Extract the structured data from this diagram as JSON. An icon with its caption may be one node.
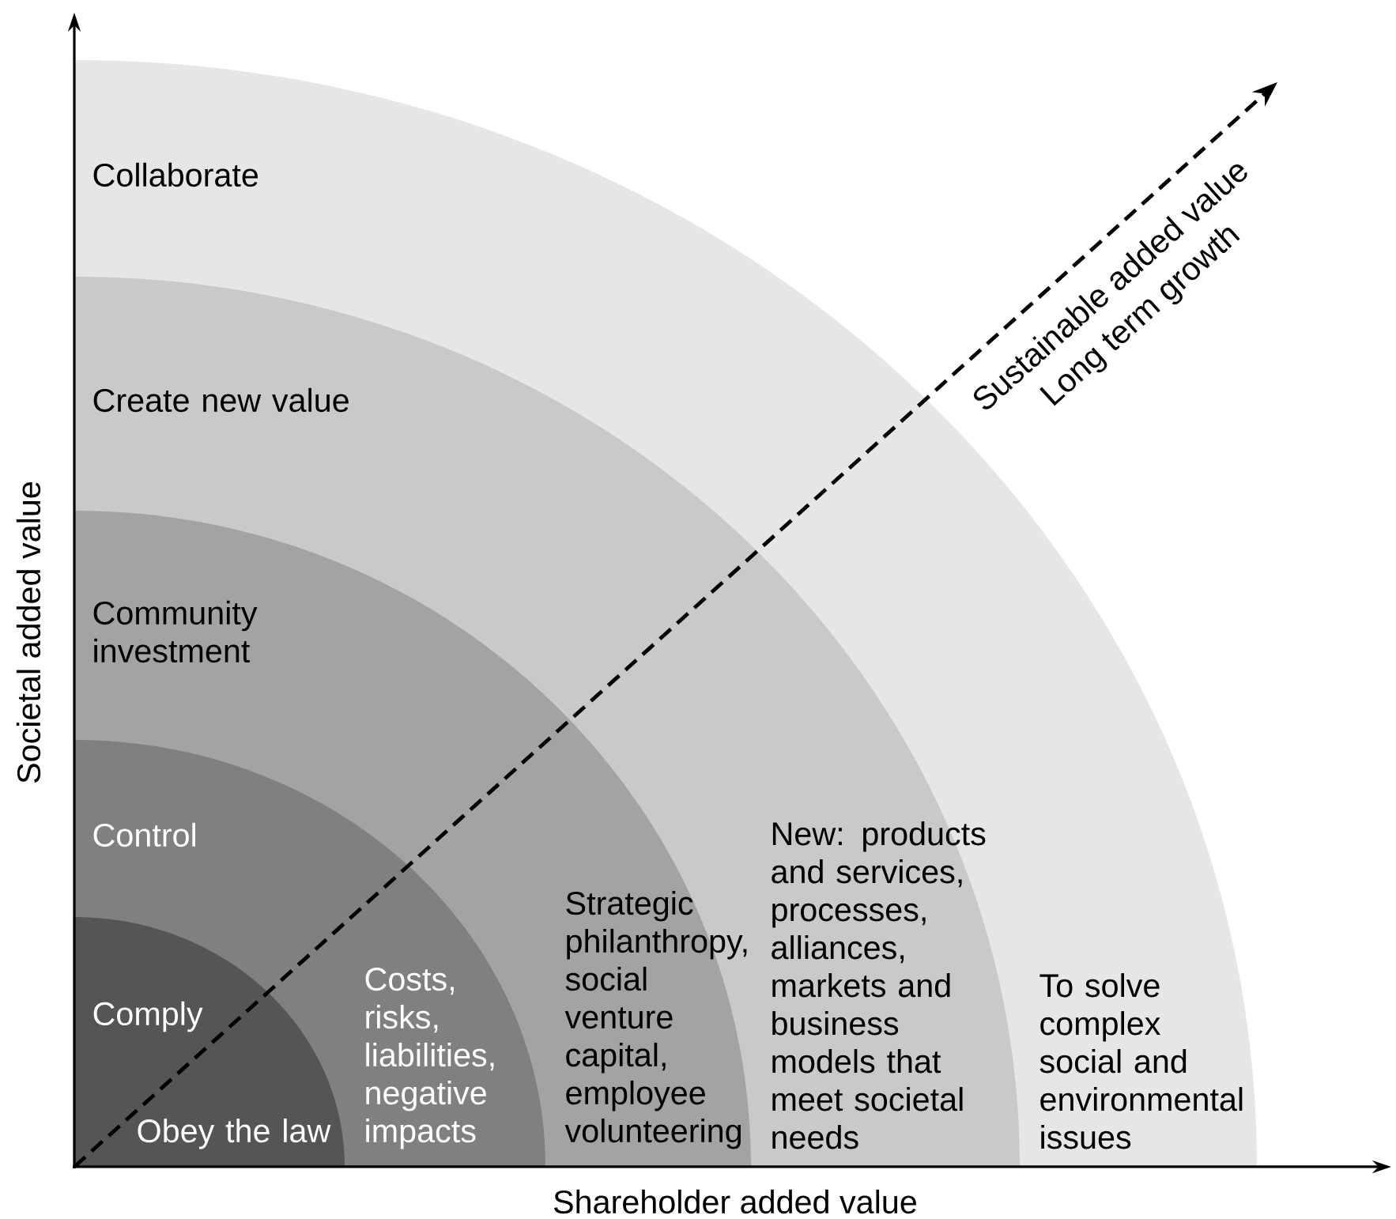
{
  "diagram": {
    "nodes": [
      {
        "text": [
          "Collaborate",
          "To solve complex social and environmental issues"
        ]
      },
      {
        "text": [
          "Create new value",
          "New: products and services, processes, alliances, markets and business models that meet societal needs"
        ],
        "in": 0
      },
      {
        "text": [
          "Community investment",
          "Strategic philanthropy, social venture capital, employee volunteering"
        ],
        "in": 1
      },
      {
        "text": [
          "Control",
          "Costs, risks, liabilities, negative impacts"
        ],
        "in": 2
      },
      {
        "text": [
          "Comply",
          "Obey the law"
        ],
        "in": 3
      }
    ],
    "labels": [
      "Sustainable added value",
      "Long term growth",
      "Societal added value",
      "Shareholder added value"
    ]
  }
}
